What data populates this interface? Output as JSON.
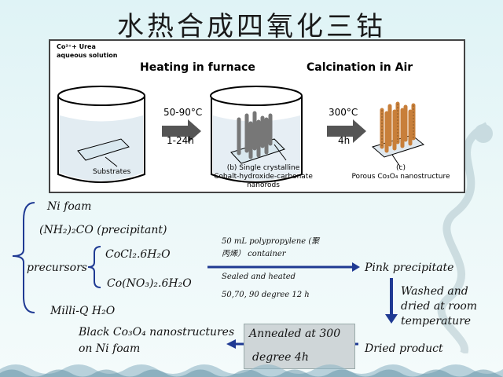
{
  "title": "水热合成四氧化三钴",
  "figure": {
    "reagent": "Co²⁺+ Urea",
    "reagent2": "aqueous solution",
    "heating": "Heating in furnace",
    "calcination": "Calcination in Air",
    "step1_temp": "50-90°C",
    "step1_time": "1-24h",
    "step2_temp": "300°C",
    "step2_time": "4h",
    "substrates": "Substrates",
    "b_label": "(b) Single crystalline",
    "b_label2": "Cobalt-hydroxide-carbonate nanorods",
    "c_label": "(c)",
    "c_label2": "Porous Co₃O₄ nanostructure"
  },
  "flow": {
    "ni_foam": "Ni foam",
    "urea": "(NH₂)₂CO (precipitant)",
    "precursors": "precursors",
    "cocl2": "CoCl₂.6H₂O",
    "cono3": "Co(NO₃)₂.6H₂O",
    "milliq": "Milli-Q H₂O",
    "container1": "50 mL polypropylene (聚",
    "container2": "丙烯） container",
    "sealed": "Sealed and heated",
    "temps": "50,70, 90 degree 12 h",
    "pink": "Pink precipitate",
    "washed1": "Washed and",
    "washed2": "dried at room",
    "washed3": "temperature",
    "annealed1": "Annealed at 300",
    "annealed2": "degree 4h",
    "dried": "Dried product",
    "black1": "Black Co₃O₄ nanostructures",
    "black2": "on Ni foam"
  }
}
